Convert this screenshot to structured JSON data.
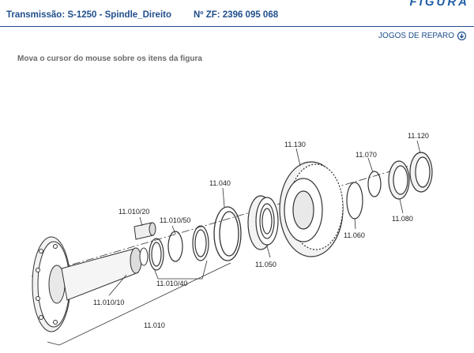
{
  "header": {
    "brand": "FIGURA",
    "transmission_label": "Transmissão: S-1250 - Spindle_Direito",
    "zf_label": "Nº ZF: 2396 095 068",
    "repair_kits_label": "JOGOS DE REPARO"
  },
  "hint": "Mova o cursor do mouse sobre os itens da figura",
  "parts": {
    "p11010": "11.010",
    "p11010_10": "11.010/10",
    "p11010_20": "11.010/20",
    "p11010_40": "11.010/40",
    "p11010_50": "11.010/50",
    "p11040": "11.040",
    "p11050": "11.050",
    "p11060": "11.060",
    "p11070": "11.070",
    "p11080": "11.080",
    "p11120": "11.120",
    "p11130": "11.130"
  },
  "colors": {
    "accent": "#1f4e8c",
    "brand": "#1f5fa6",
    "line": "#333333"
  }
}
